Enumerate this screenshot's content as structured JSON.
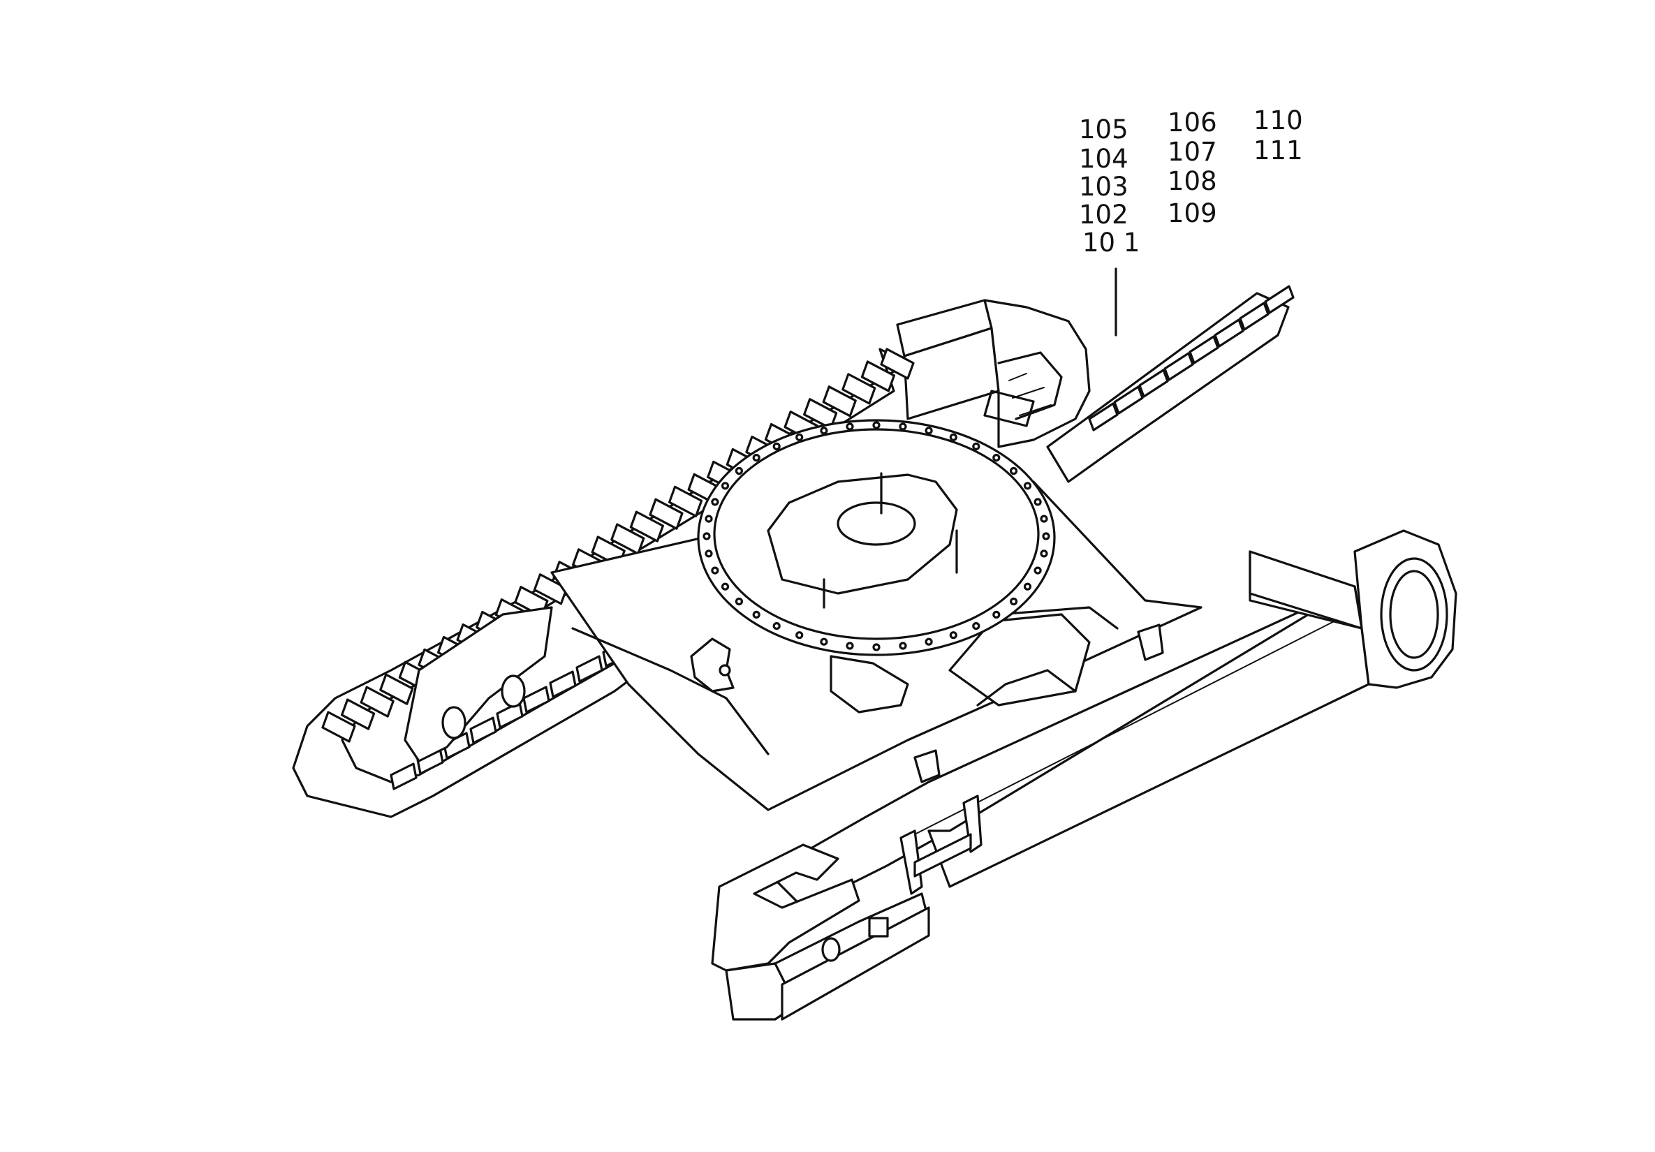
{
  "callouts": {
    "col1": [
      "105",
      "104",
      "103",
      "102",
      "10 1"
    ],
    "col2": [
      "106",
      "107",
      "108",
      "109"
    ],
    "col3": [
      "110",
      "111"
    ]
  },
  "colors": {
    "ink": "#111111",
    "paper": "#ffffff"
  }
}
